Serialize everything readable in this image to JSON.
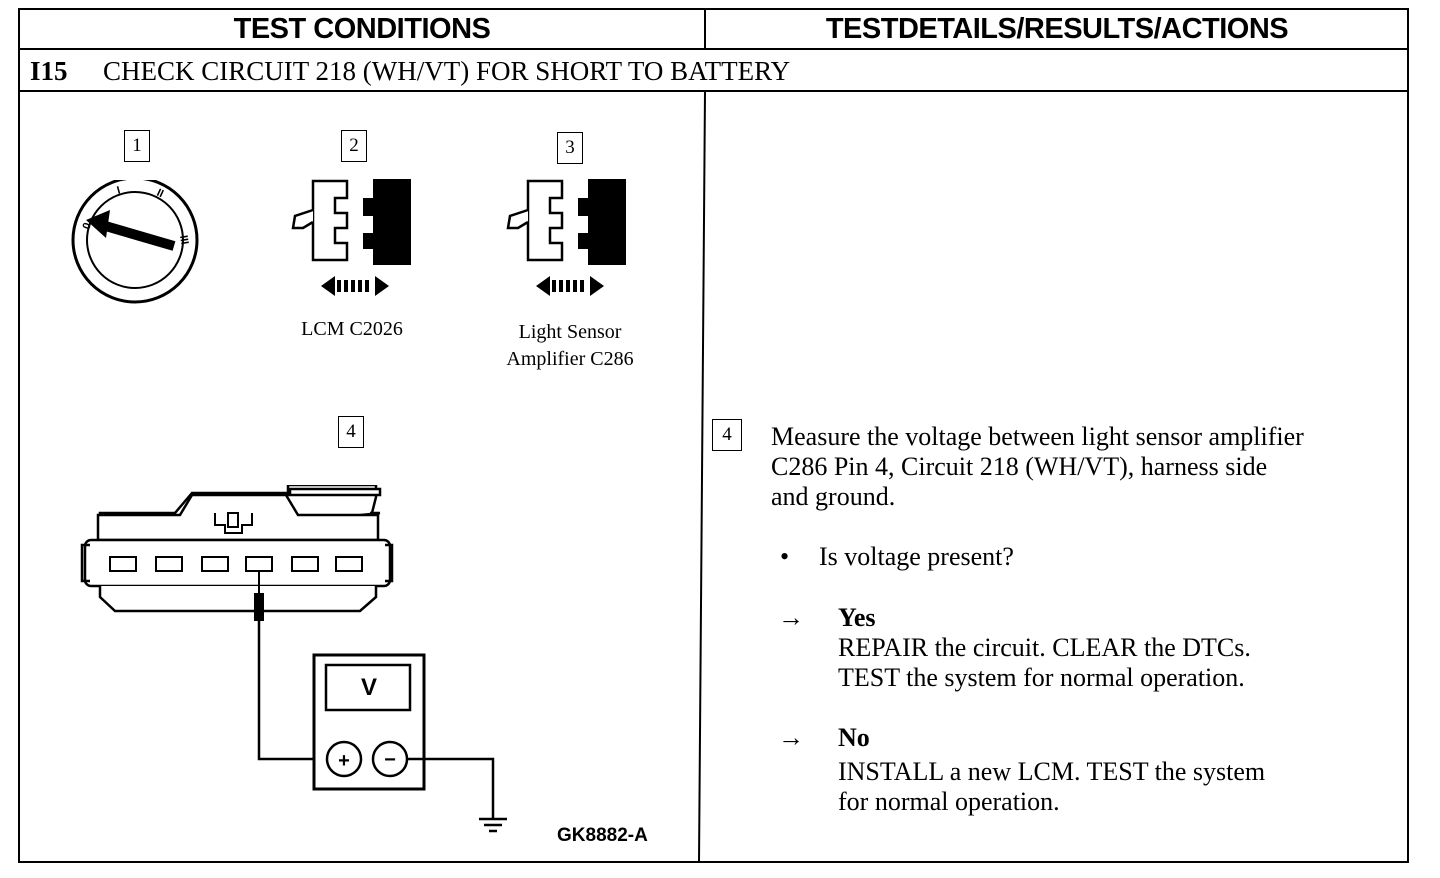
{
  "header": {
    "left": "TEST CONDITIONS",
    "right": "TESTDETAILS/RESULTS/ACTIONS"
  },
  "step": {
    "id": "I15",
    "title": "CHECK CIRCUIT 218 (WH/VT) FOR SHORT TO BATTERY"
  },
  "diagram": {
    "markers": [
      "1",
      "2",
      "3",
      "4"
    ],
    "ignition_positions": [
      "0",
      "I",
      "II",
      "III"
    ],
    "connector_lcm": "LCM C2026",
    "connector_sensor_line1": "Light Sensor",
    "connector_sensor_line2": "Amplifier C286",
    "meter_label": "V",
    "meter_plus": "+",
    "meter_minus": "−",
    "figure_code": "GK8882-A"
  },
  "details": {
    "marker": "4",
    "instruction_line1": "Measure the voltage between light sensor amplifier",
    "instruction_line2": "C286 Pin 4, Circuit 218 (WH/VT), harness side",
    "instruction_line3": "and ground.",
    "bullet": "•",
    "question": "Is voltage present?",
    "arrow": "→",
    "yes_label": "Yes",
    "yes_line1": "REPAIR the circuit. CLEAR the DTCs.",
    "yes_line2": "TEST the system for normal operation.",
    "no_label": "No",
    "no_line1": "INSTALL a new LCM. TEST the system",
    "no_line2": "for normal operation."
  }
}
